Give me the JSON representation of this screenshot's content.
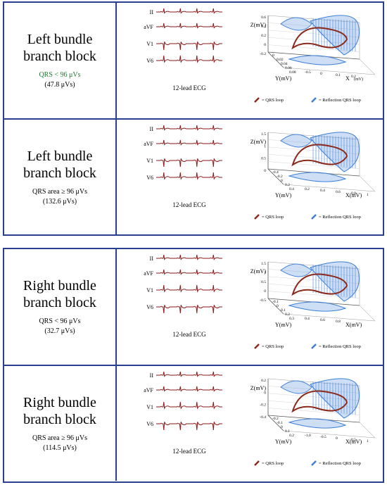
{
  "colors": {
    "border": "#2a3f8f",
    "ecg_trace": "#8b1a1a",
    "qrs_loop": "#8b2a1a",
    "reflection_loop": "#3d7fd8",
    "highlight_text": "#1a7a2a"
  },
  "panels": [
    {
      "title_line1": "Left bundle",
      "title_line2": "branch block",
      "criterion": "QRS < 96 μVs",
      "value": "(47.8 μVs)",
      "ecg": {
        "leads": [
          "II",
          "aVF",
          "V1",
          "V6"
        ],
        "caption": "12-lead ECG"
      },
      "loop": {
        "z_label": "Z(mV)",
        "y_label": "Y(mV)",
        "x_label": "X",
        "x_unit": "(mV)",
        "z_ticks": [
          "0.6",
          "0.4",
          "0.2",
          "0",
          "-0.2"
        ],
        "y_ticks": [
          "0",
          "0.02",
          "0.04",
          "0.06",
          "0.08"
        ],
        "x_ticks": [
          "-0.5",
          "0",
          "0.1",
          "0.2"
        ],
        "legend_qrs": "= QRS loop",
        "legend_reflection": "= Reflection QRS loop"
      }
    },
    {
      "title_line1": "Left bundle",
      "title_line2": "branch block",
      "criterion": "QRS area ≥ 96 μVs",
      "value": "(132.6 μVs)",
      "ecg": {
        "leads": [
          "II",
          "aVF",
          "V1",
          "V6"
        ],
        "caption": "12-lead ECG"
      },
      "loop": {
        "z_label": "Z(mV)",
        "y_label": "Y(mV)",
        "x_label": "X(mV)",
        "x_unit": "",
        "z_ticks": [
          "1.5",
          "1",
          "0.5",
          "0"
        ],
        "y_ticks": [
          "-0.4",
          "-0.2",
          "0",
          "0.2",
          "0.4"
        ],
        "x_ticks": [
          "0.2",
          "0.4",
          "0.6",
          "0.8",
          "1"
        ],
        "legend_qrs": "= QRS loop",
        "legend_reflection": "= Reflection QRS loop"
      }
    },
    {
      "title_line1": "Right bundle",
      "title_line2": "branch block",
      "criterion": "QRS < 96 μVs",
      "value": "(32.7 μVs)",
      "ecg": {
        "leads": [
          "II",
          "aVF",
          "V1",
          "V6"
        ],
        "caption": "12-lead ECG"
      },
      "loop": {
        "z_label": "Z(mV)",
        "y_label": "Y(mV)",
        "x_label": "X(mV)",
        "x_unit": "",
        "z_ticks": [
          "1.5",
          "1",
          "0.5",
          "0",
          "-0.5"
        ],
        "y_ticks": [
          "-0.1",
          "0",
          "0.1",
          "0.2",
          "0.3"
        ],
        "x_ticks": [
          "0.4",
          "0.6",
          "0.8"
        ],
        "legend_qrs": "= QRS loop",
        "legend_reflection": "= Reflection QRS loop"
      }
    },
    {
      "title_line1": "Right bundle",
      "title_line2": "branch block",
      "criterion": "QRS area ≥ 96 μVs",
      "value": "(114.5 μVs)",
      "ecg": {
        "leads": [
          "II",
          "aVF",
          "V1",
          "V6"
        ],
        "caption": "12-lead ECG"
      },
      "loop": {
        "z_label": "Z(mV)",
        "y_label": "Y(mV)",
        "x_label": "X(mV)",
        "x_unit": "",
        "z_ticks": [
          "0.2",
          "0",
          "-0.2",
          "-0.4"
        ],
        "y_ticks": [
          "-0.2",
          "-0.1",
          "0",
          "0.1",
          "0.2"
        ],
        "x_ticks": [
          "-1.0",
          "-0.5",
          "0",
          "0.5",
          "1"
        ],
        "legend_qrs": "= QRS loop",
        "legend_reflection": "= Reflection QRS loop"
      }
    }
  ]
}
